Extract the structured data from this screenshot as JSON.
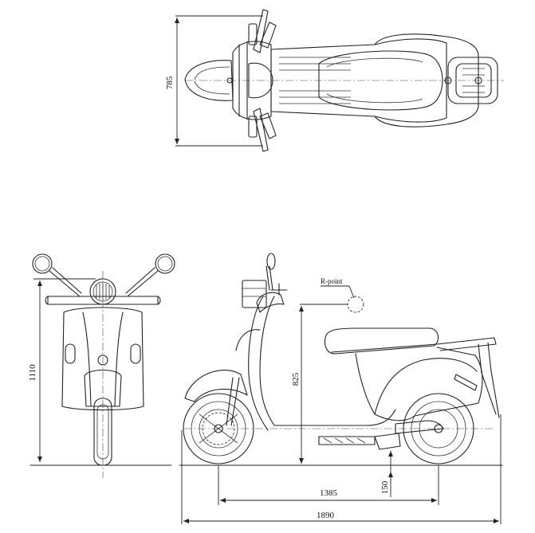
{
  "dimensions": {
    "top_width": "785",
    "front_height": "1110",
    "seat_height": "825",
    "wheelbase": "1385",
    "ground_clearance": "150",
    "overall_length": "1890"
  },
  "labels": {
    "r_point": "R-point"
  }
}
